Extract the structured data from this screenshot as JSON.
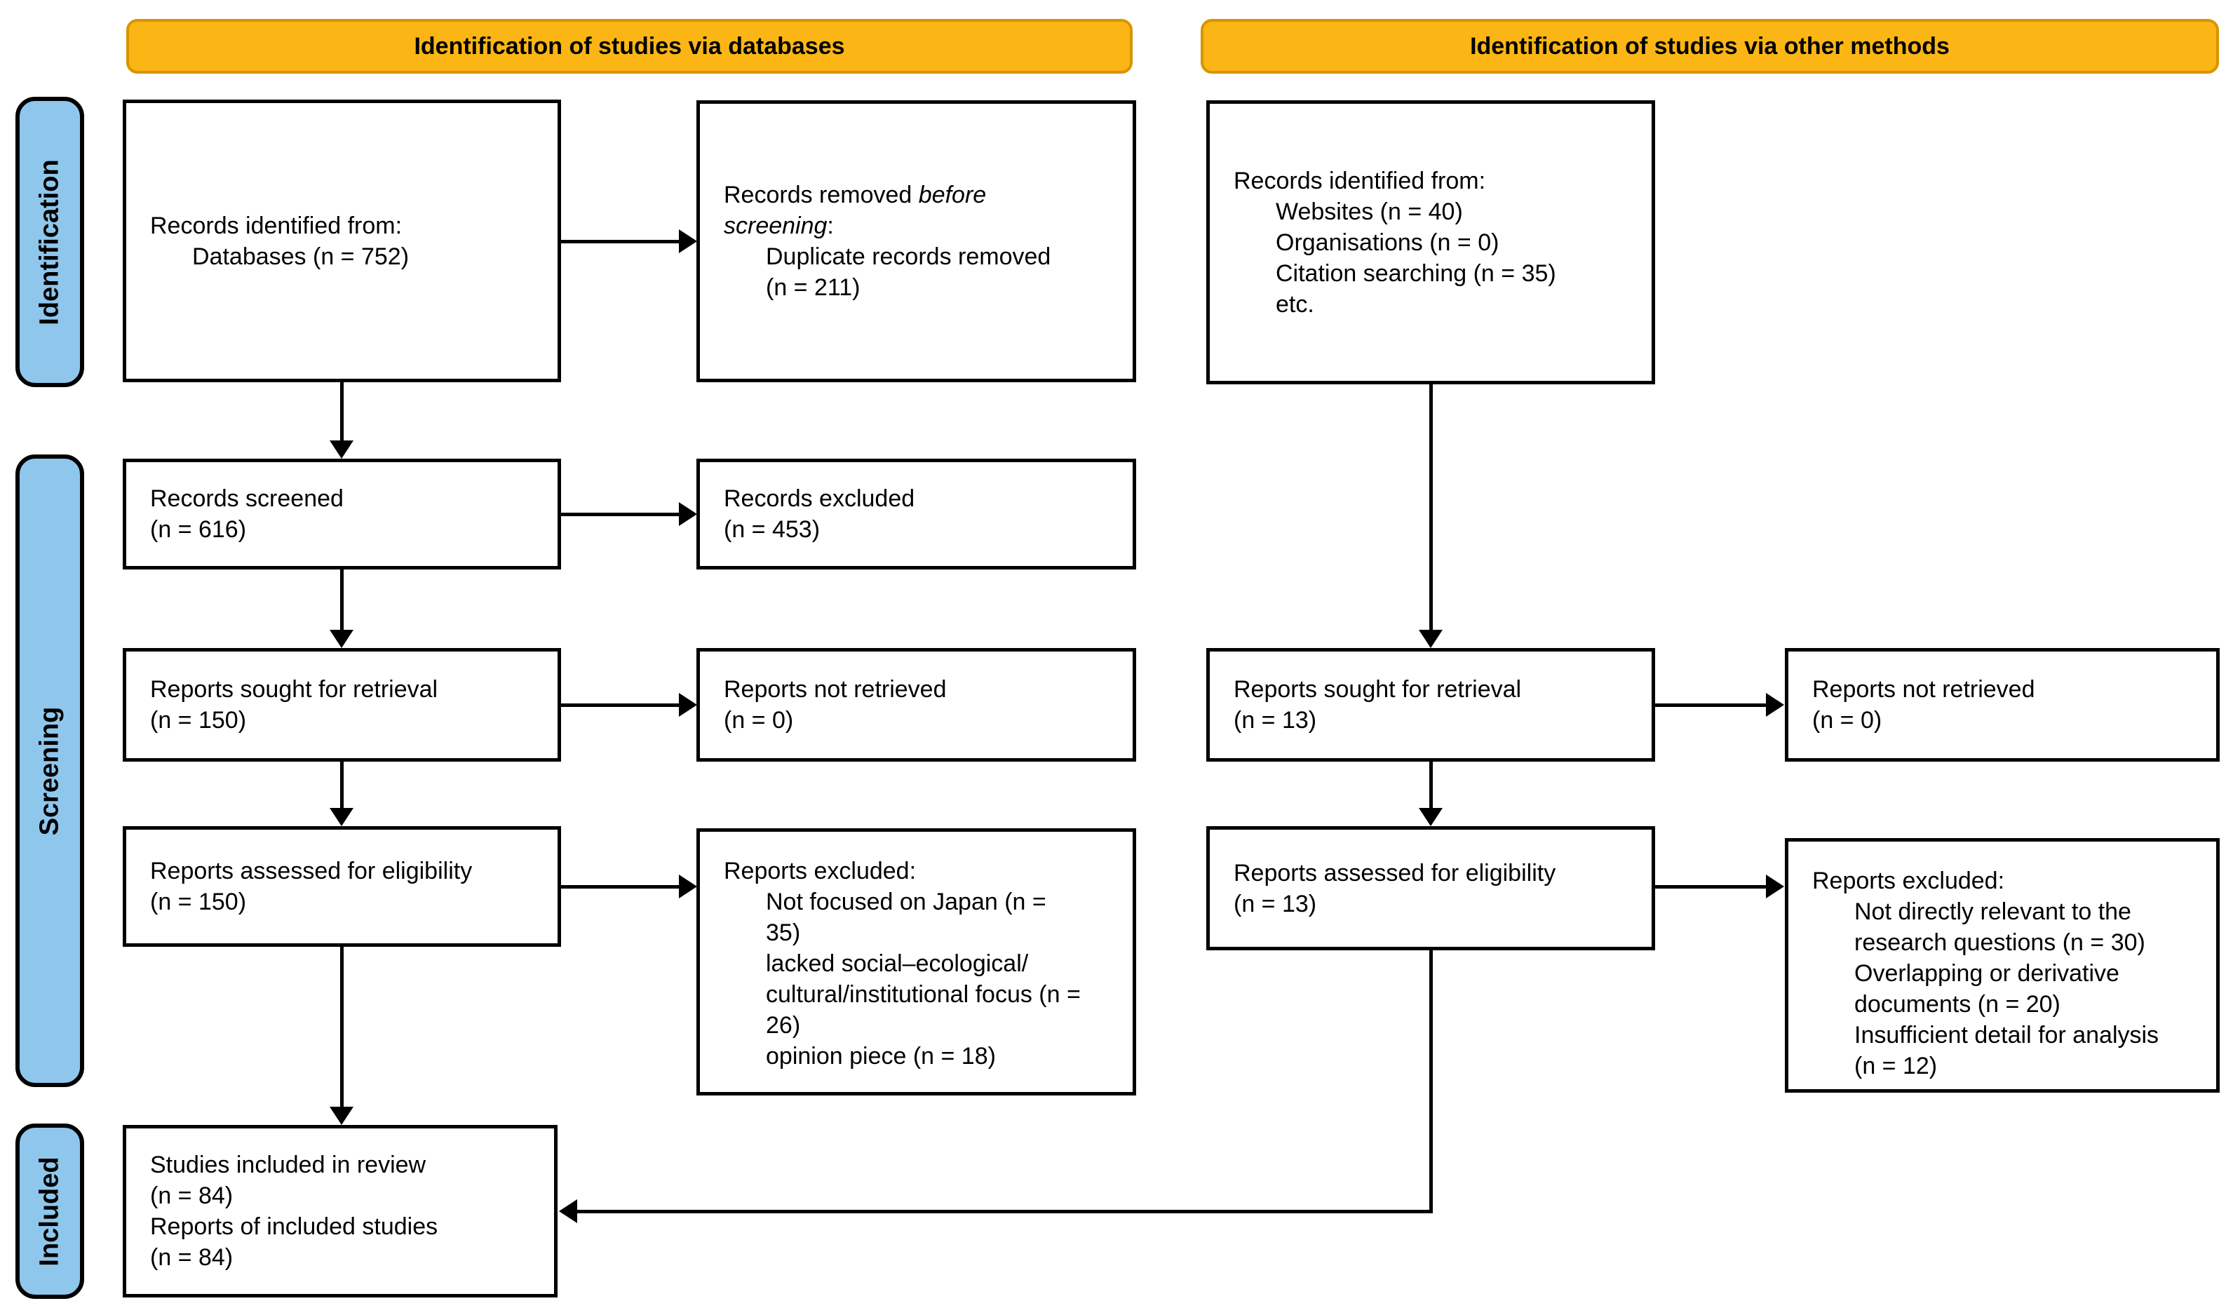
{
  "colors": {
    "banner_fill": "#FBB615",
    "banner_border": "#D89400",
    "sidebar_fill": "#8FC6EC"
  },
  "banners": {
    "databases": "Identification of studies via databases",
    "other_methods": "Identification of studies via other methods"
  },
  "stages": {
    "identification": "Identification",
    "screening": "Screening",
    "included": "Included"
  },
  "boxes": {
    "records_identified_db": {
      "lines": [
        "Records identified from:",
        "Databases (n = 752)"
      ]
    },
    "records_removed": {
      "prefix": "Records removed ",
      "emphasis1": "before",
      "emphasis2": "screening",
      "suffix": ":",
      "detail": "Duplicate records removed\n(n = 211)"
    },
    "records_identified_other": {
      "lines": [
        "Records identified from:",
        "Websites (n = 40)",
        "Organisations (n = 0)",
        "Citation searching (n = 35)",
        "etc."
      ]
    },
    "records_screened": {
      "lines": [
        "Records screened",
        "(n = 616)"
      ]
    },
    "records_excluded": {
      "lines": [
        "Records excluded",
        "(n = 453)"
      ]
    },
    "reports_sought_db": {
      "lines": [
        "Reports sought for retrieval",
        "(n = 150)"
      ]
    },
    "reports_not_retrieved_db": {
      "lines": [
        "Reports not retrieved",
        "(n = 0)"
      ]
    },
    "reports_assessed_db": {
      "lines": [
        "Reports assessed for eligibility",
        "(n = 150)"
      ]
    },
    "reports_excluded_db": {
      "header": "Reports excluded:",
      "items": [
        "Not focused on Japan (n =\n35)",
        "lacked social–ecological/\ncultural/institutional focus (n =\n26)",
        "opinion piece (n = 18)"
      ]
    },
    "reports_sought_other": {
      "lines": [
        "Reports sought for retrieval",
        "(n = 13)"
      ]
    },
    "reports_not_retrieved_other": {
      "lines": [
        "Reports not retrieved",
        "(n = 0)"
      ]
    },
    "reports_assessed_other": {
      "lines": [
        "Reports assessed for eligibility",
        "(n = 13)"
      ]
    },
    "reports_excluded_other": {
      "header": "Reports excluded:",
      "items": [
        "Not directly relevant to the\nresearch questions (n = 30)",
        "Overlapping or derivative\ndocuments (n = 20)",
        "Insufficient detail for analysis\n(n = 12)"
      ]
    },
    "included": {
      "lines": [
        "Studies included in review",
        "(n = 84)",
        "Reports of included studies",
        "(n = 84)"
      ]
    }
  }
}
